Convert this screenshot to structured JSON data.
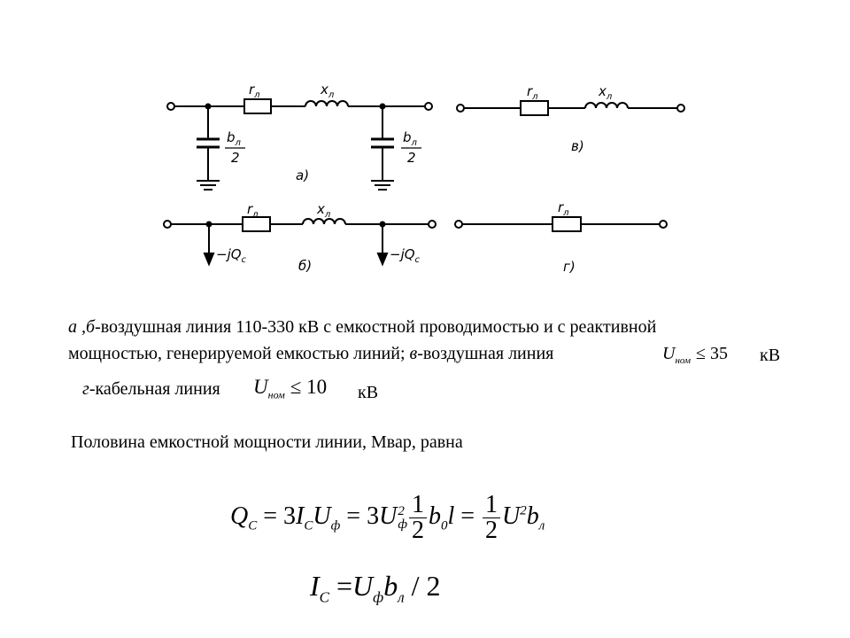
{
  "labels": {
    "r": "r",
    "x": "x",
    "l_sub": "л",
    "b": "b",
    "two": "2",
    "variant_a": "а)",
    "variant_b": "б)",
    "variant_v": "в)",
    "variant_g": "г)",
    "jq_prefix": "−jQ",
    "jq_sub": "c"
  },
  "text": {
    "line1_variants": "а ,б",
    "line1_rest": "-воздушная линия 110-330 кВ с емкостной проводимостью и с реактивной",
    "line2_start": "мощностью, генерируемой емкостью линий; ",
    "line2_variant": "в",
    "line2_rest": "-воздушная линия",
    "unom_symbol": "U",
    "unom_sub": "ном",
    "cond_v": "≤ 35",
    "unit_v": "кВ",
    "line3_variant": "г",
    "line3_rest": "-кабельная линия",
    "cond_g": "≤ 10",
    "unit_g": "кВ",
    "half_power": "Половина емкостной мощности линии, Мвар, равна"
  },
  "eq1": {
    "Q": "Q",
    "Q_sub": "C",
    "eq_a": " = 3",
    "I": "I",
    "I_sub": "C",
    "U": "U",
    "U_sub": "ф",
    "eq_b": " = 3",
    "U2": "U",
    "sup2": "2",
    "sub_f": "ф",
    "one": "1",
    "two": "2",
    "b0": "b",
    "b0_sub": "0",
    "l": "l",
    "eq_c": " = ",
    "one2": "1",
    "two2": "2",
    "U3": "U",
    "sup2b": "2",
    "bl": "b",
    "bl_sub": "л"
  },
  "eq2": {
    "I": "I",
    "I_sub": "C",
    "eq": " =",
    "U": "U",
    "U_sub": "ф",
    "b": "b",
    "b_sub": "л",
    "div": " / 2"
  }
}
